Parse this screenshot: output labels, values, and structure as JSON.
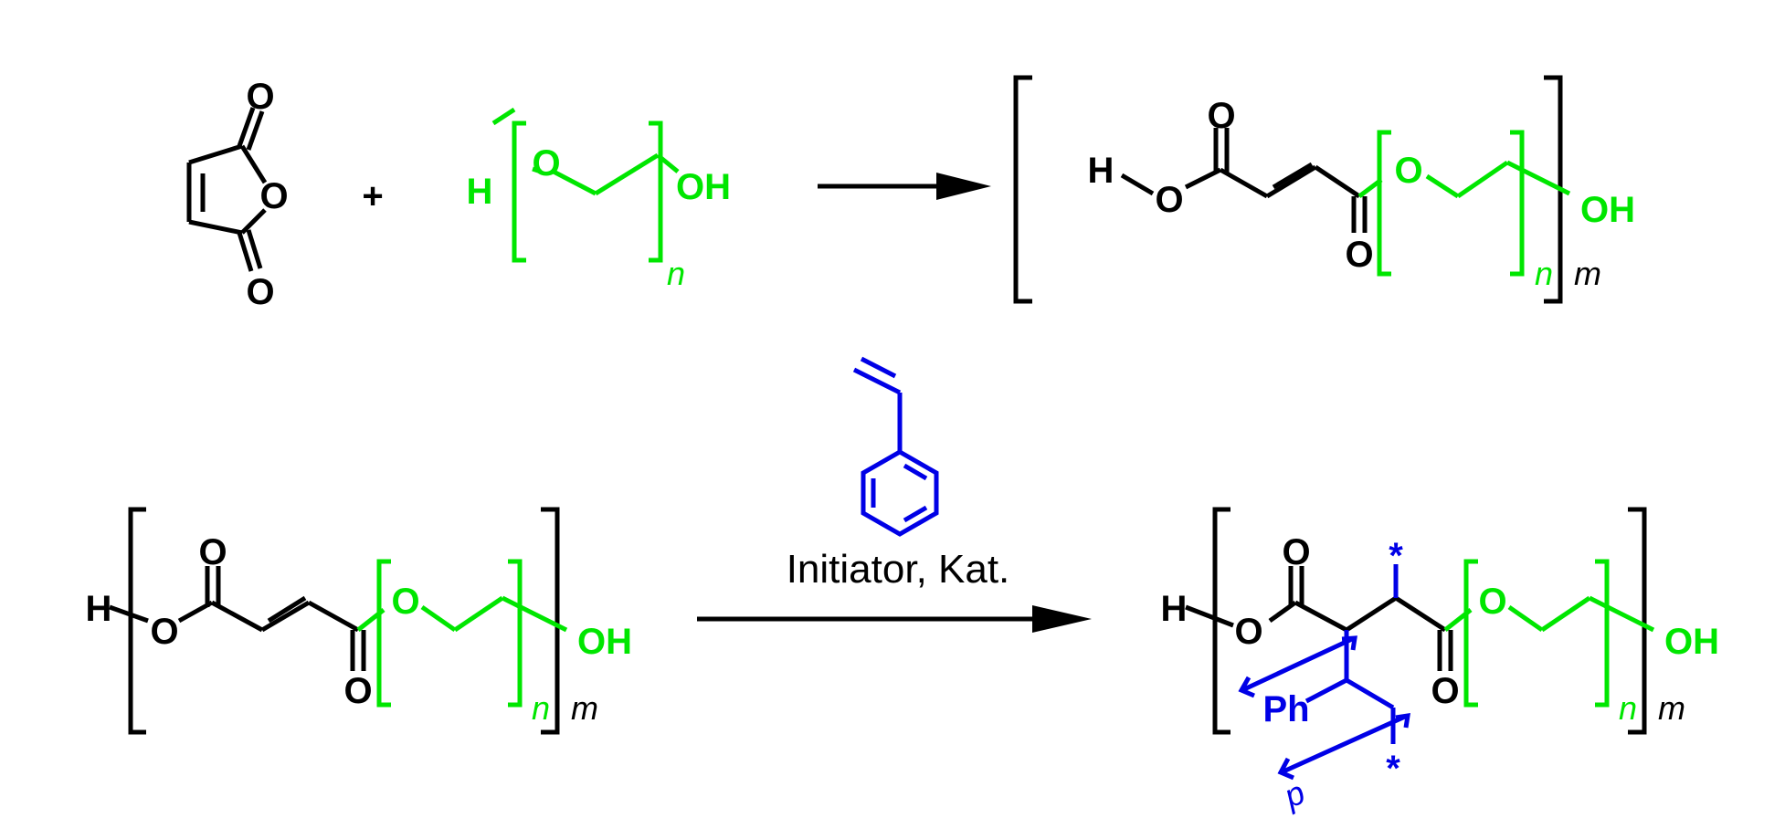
{
  "colors": {
    "black": "#000000",
    "peg": "#00e600",
    "styrene": "#0000e6"
  },
  "reaction1": {
    "plus": "+",
    "maleic_anhydride": {
      "o_top": "O",
      "o_ring": "O",
      "o_bottom": "O"
    },
    "peg": {
      "h": "H",
      "o": "O",
      "oh": "OH",
      "n": "n"
    },
    "product": {
      "h": "H",
      "o_hydroxyl": "O",
      "o_carbonyl_top": "O",
      "o_carbonyl_bottom": "O",
      "peg_o": "O",
      "peg_oh": "OH",
      "n": "n",
      "m": "m"
    }
  },
  "reaction2": {
    "conditions": "Initiator, Kat.",
    "reactant": {
      "h": "H",
      "o_hydroxyl": "O",
      "o_carbonyl_top": "O",
      "o_carbonyl_bottom": "O",
      "peg_o": "O",
      "peg_oh": "OH",
      "n": "n",
      "m": "m"
    },
    "product": {
      "h": "H",
      "o_hydroxyl": "O",
      "o_carbonyl_top": "O",
      "o_carbonyl_bottom": "O",
      "peg_o": "O",
      "peg_oh": "OH",
      "n": "n",
      "m": "m",
      "ph": "Ph",
      "star_top": "*",
      "star_bottom": "*",
      "p": "p"
    }
  }
}
